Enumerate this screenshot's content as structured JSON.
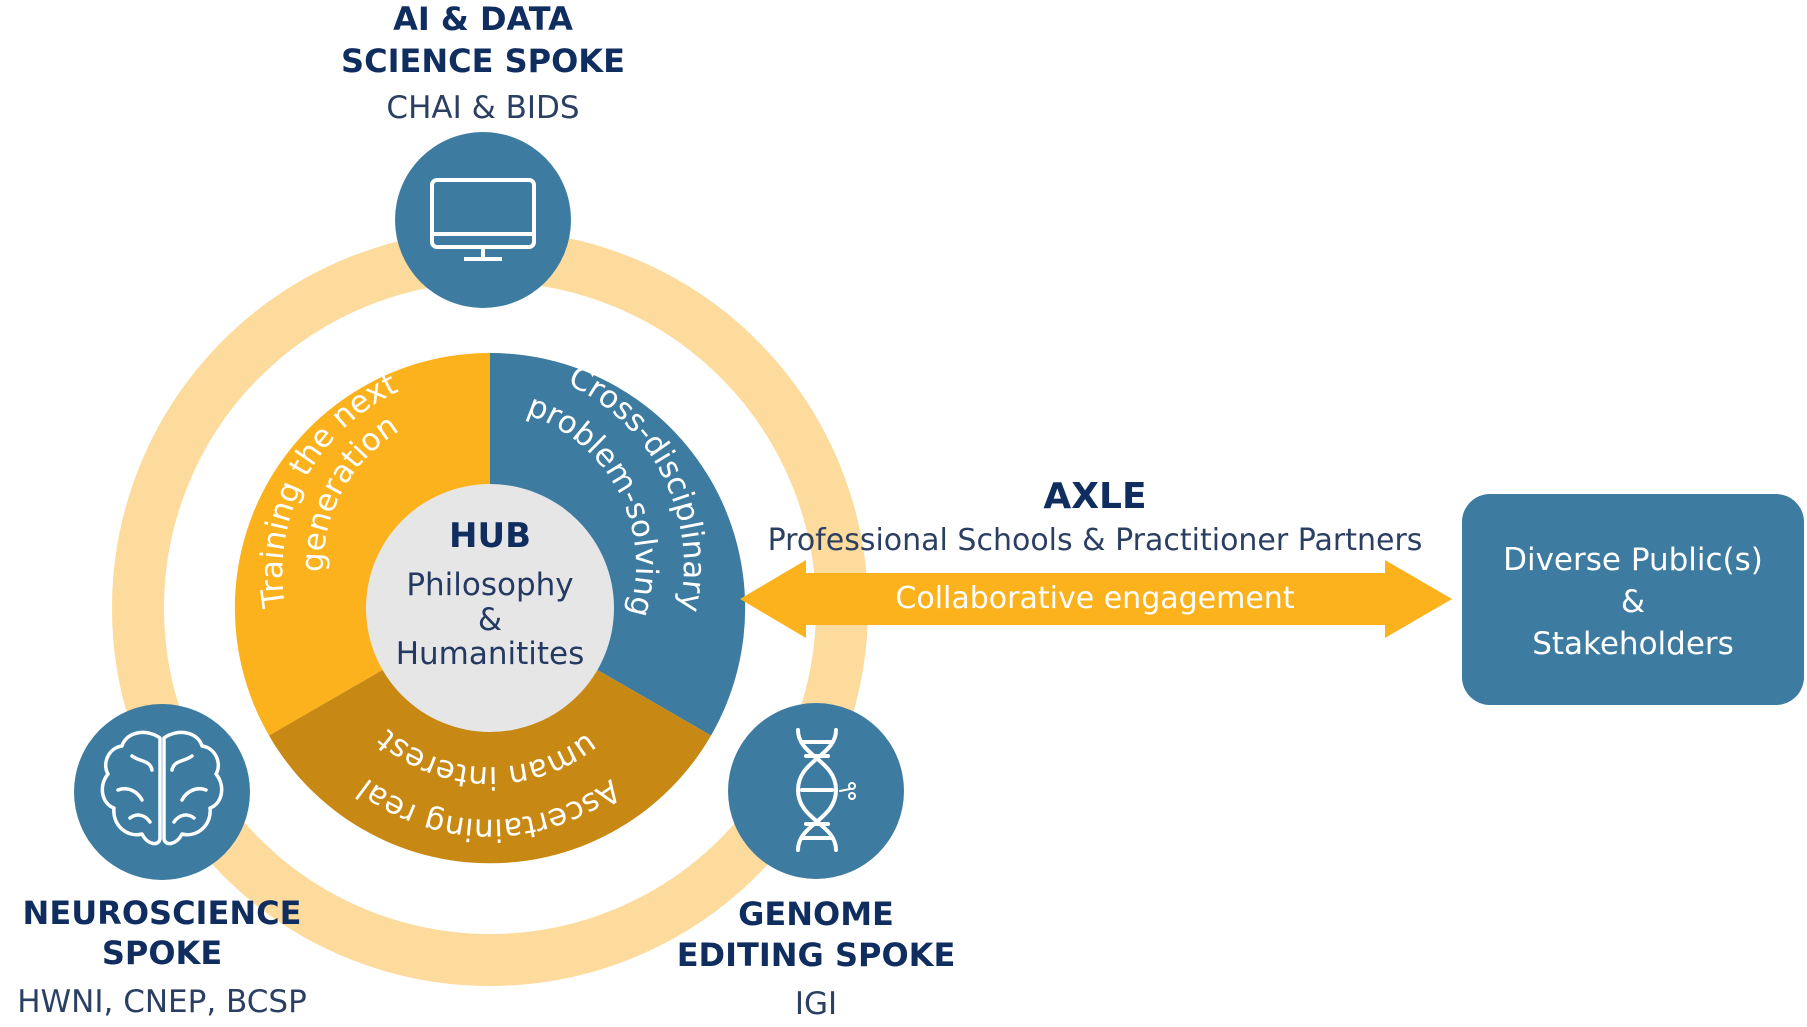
{
  "spokes": {
    "ai": {
      "title_line1": "AI & DATA",
      "title_line2": "SCIENCE SPOKE",
      "subtitle": "CHAI & BIDS",
      "icon": "monitor-icon"
    },
    "neuro": {
      "title_line1": "NEUROSCIENCE",
      "title_line2": "SPOKE",
      "subtitle": "HWNI, CNEP, BCSP",
      "icon": "brain-icon"
    },
    "genome": {
      "title_line1": "GENOME",
      "title_line2": "EDITING SPOKE",
      "subtitle": "IGI",
      "icon": "dna-scissors-icon"
    }
  },
  "hub": {
    "title": "HUB",
    "line1": "Philosophy",
    "line2": "&",
    "line3": "Humanitites"
  },
  "segments": {
    "training": {
      "line1": "Training the next",
      "line2": "generation"
    },
    "cross": {
      "line1": "Cross-disciplinary",
      "line2": "problem-solving"
    },
    "ascertaining": {
      "line1": "Ascertaining real",
      "line2": "human interests"
    }
  },
  "axle": {
    "title": "AXLE",
    "subtitle": "Professional Schools & Practitioner Partners",
    "arrow_label": "Collaborative engagement"
  },
  "public_box": {
    "line1": "Diverse Public(s)",
    "line2": "&",
    "line3": "Stakeholders"
  },
  "colors": {
    "ring": "#fddb9c",
    "blue": "#3d7ba1",
    "orange": "#fcb21d",
    "dark_orange": "#c88914",
    "hub_circle": "#e6e6e6",
    "navy": "#0f2d5e"
  }
}
